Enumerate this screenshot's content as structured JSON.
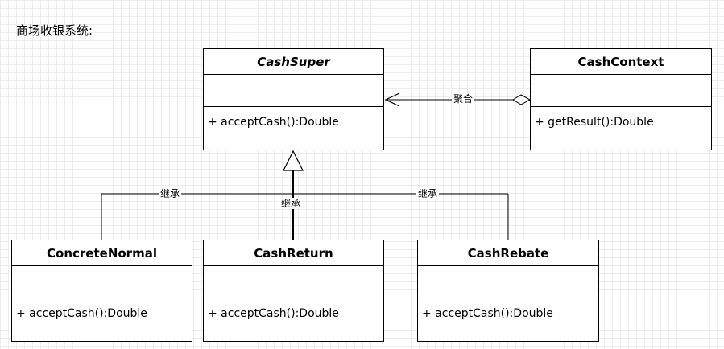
{
  "caption": "商场收银系统:",
  "classes": {
    "cash_super": {
      "name": "CashSuper",
      "operation": "+ acceptCash():Double"
    },
    "cash_context": {
      "name": "CashContext",
      "operation": "+ getResult():Double"
    },
    "concrete_normal": {
      "name": "ConcreteNormal",
      "operation": "+ acceptCash():Double"
    },
    "cash_return": {
      "name": "CashReturn",
      "operation": "+ acceptCash():Double"
    },
    "cash_rebate": {
      "name": "CashRebate",
      "operation": "+ acceptCash():Double"
    }
  },
  "relations": {
    "aggregation_label": "聚合",
    "inherit_left_label": "继承",
    "inherit_center_label": "继承",
    "inherit_right_label": "继承"
  }
}
